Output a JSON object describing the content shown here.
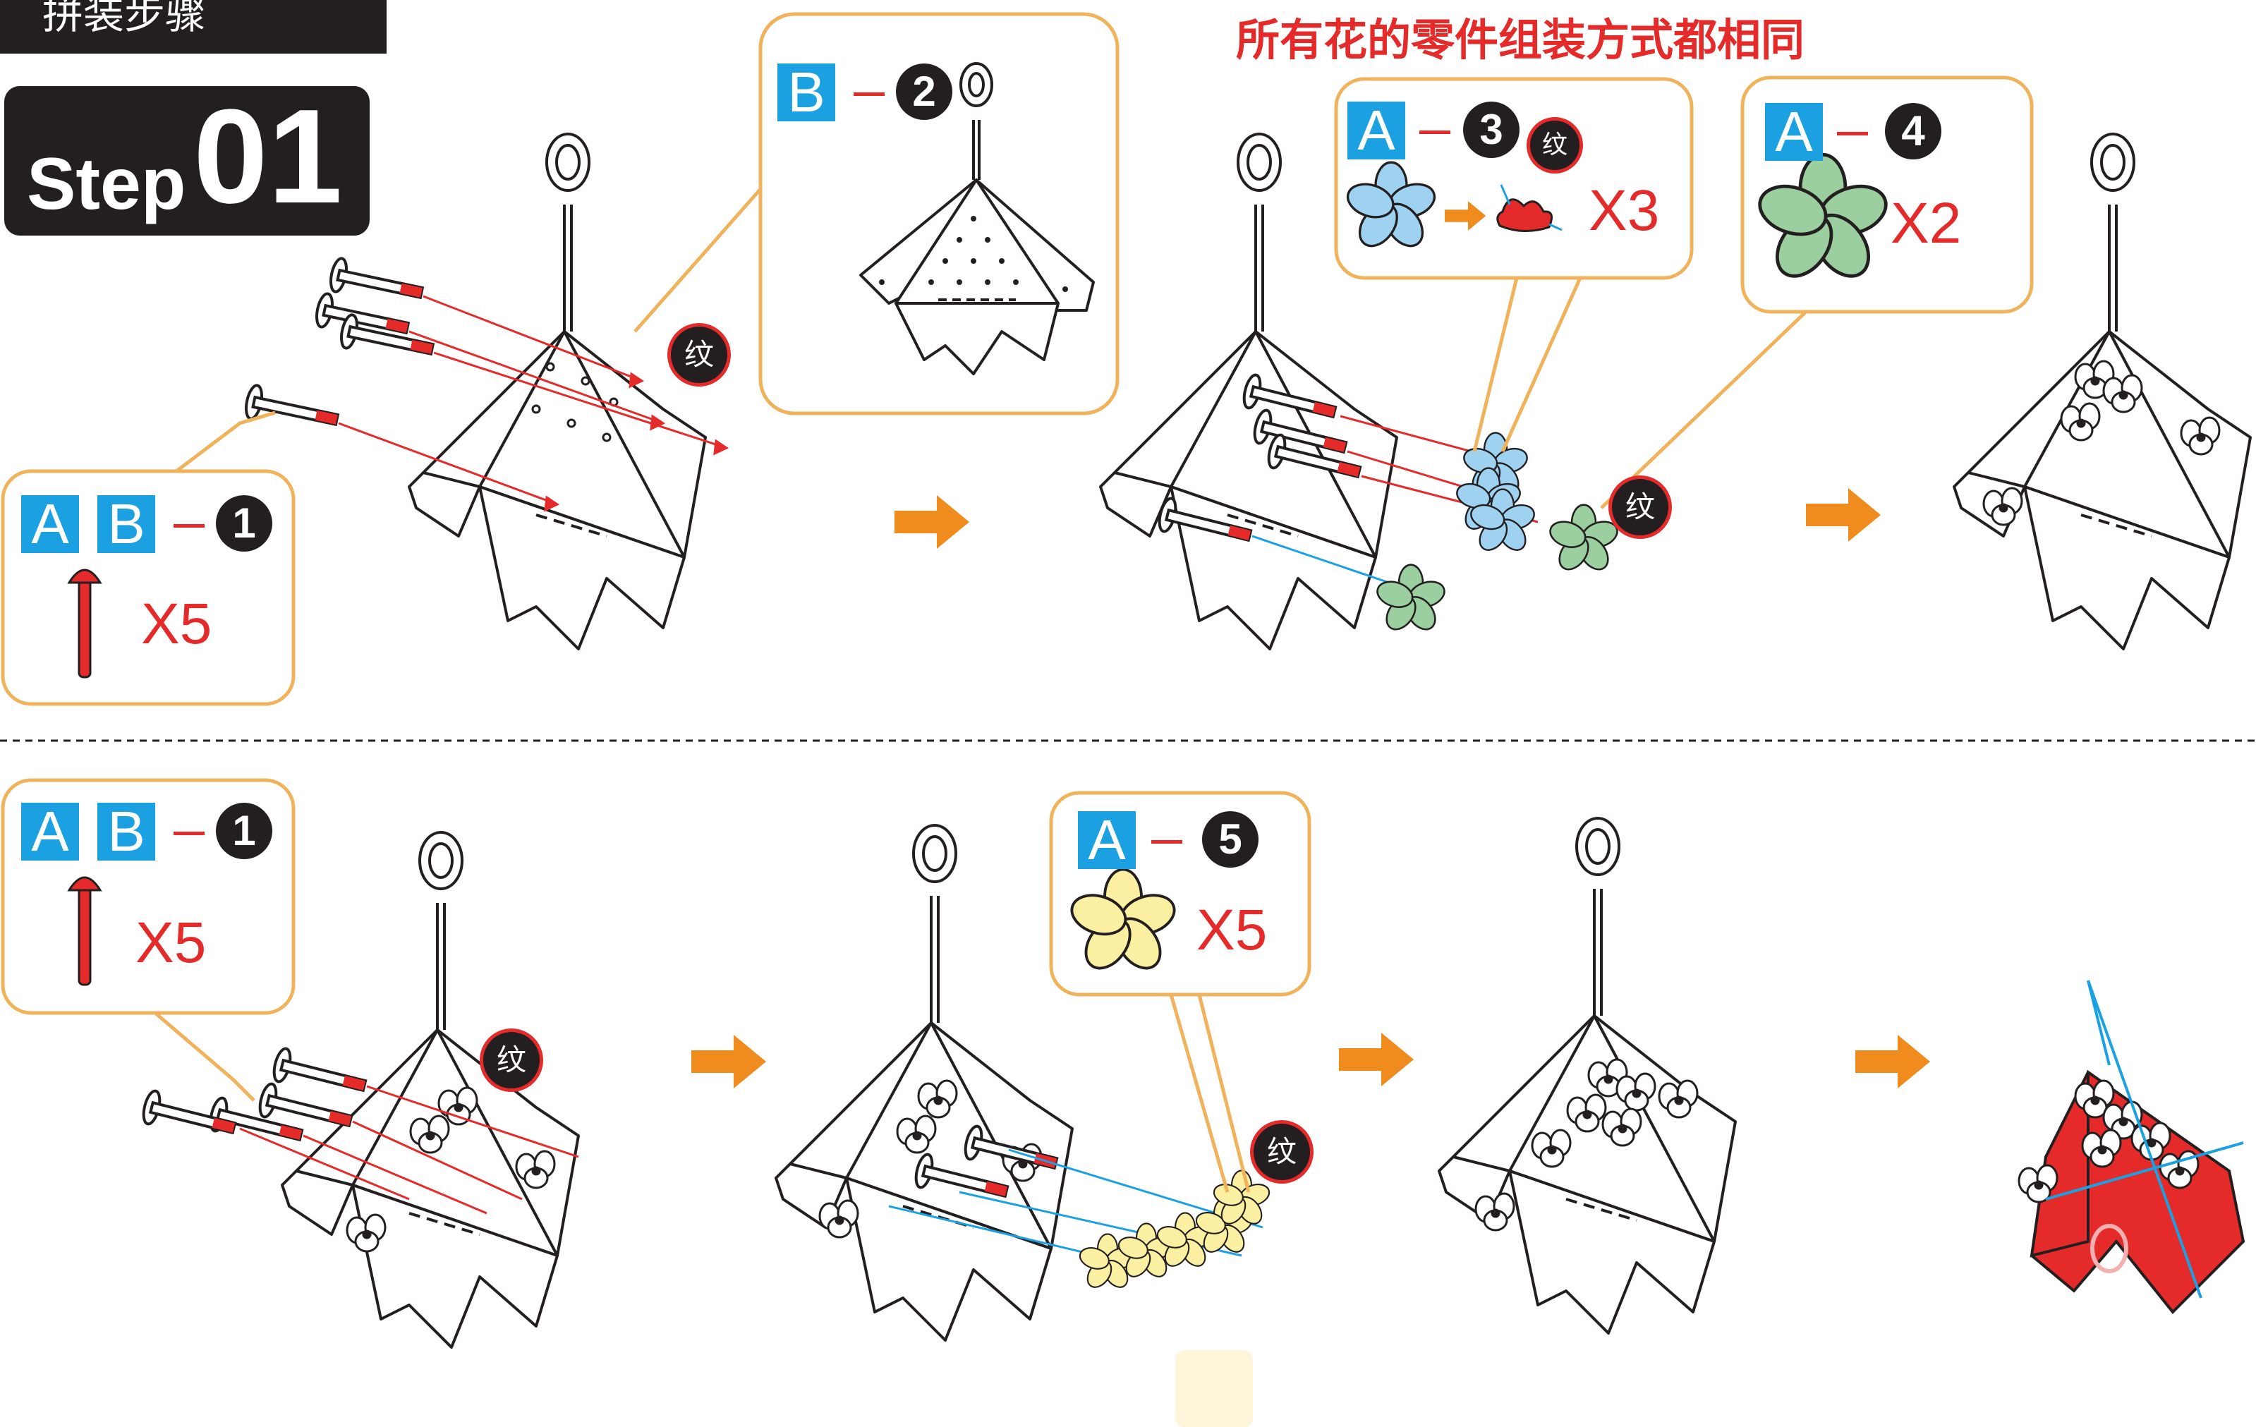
{
  "header": {
    "section_title": "拼装步骤",
    "step_word": "Step",
    "step_number": "01",
    "note": "所有花的零件组装方式都相同"
  },
  "callouts": {
    "c1": {
      "tags": [
        "A",
        "B"
      ],
      "number": "1",
      "qty": "X5",
      "part": "red-peg"
    },
    "c2": {
      "tags": [
        "B"
      ],
      "number": "2"
    },
    "c3": {
      "tags": [
        "A"
      ],
      "number": "3",
      "qty": "X3",
      "part": "blue-flower",
      "mark": "纹"
    },
    "c4": {
      "tags": [
        "A"
      ],
      "number": "4",
      "qty": "X2",
      "part": "green-flower"
    },
    "c5": {
      "tags": [
        "A",
        "B"
      ],
      "number": "1",
      "qty": "X5",
      "part": "red-peg"
    },
    "c6": {
      "tags": [
        "A"
      ],
      "number": "5",
      "qty": "X5",
      "part": "yellow-flower"
    }
  },
  "marks": {
    "texture": "纹"
  },
  "icons": [
    "arrow-right-icon",
    "red-peg-icon",
    "blue-flower-icon",
    "red-flower-icon",
    "green-flower-icon",
    "yellow-flower-icon"
  ],
  "colors": {
    "accent_orange": "#f08c1e",
    "tag_blue": "#1ba1e2",
    "alert_red": "#e52a2a",
    "dark": "#231f20",
    "callout_border": "#f0b25a",
    "flower_blue": "#9fd2f0",
    "flower_green": "#9ccf9f",
    "flower_yellow": "#fbf0a2"
  }
}
